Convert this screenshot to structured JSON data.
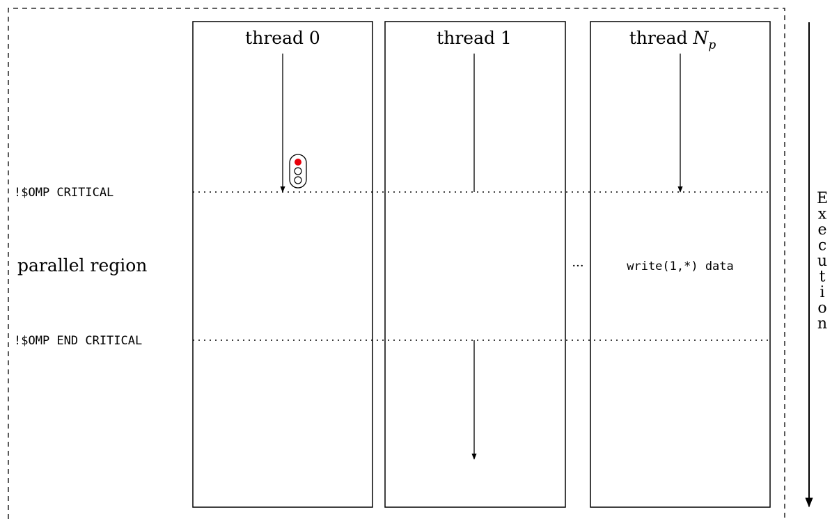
{
  "threads": [
    {
      "name": "thread 0"
    },
    {
      "name": "thread 1"
    },
    {
      "name": "thread",
      "subscript_main": "N",
      "subscript": "p"
    }
  ],
  "labels": {
    "critical_start": "!$OMP CRITICAL",
    "region": "parallel region",
    "critical_end": "!$OMP END CRITICAL",
    "ellipsis": "···",
    "write_statement": "write(1,*) data",
    "execution": "Execution"
  },
  "traffic_light": {
    "active": "red",
    "active_color": "#e8000b"
  }
}
